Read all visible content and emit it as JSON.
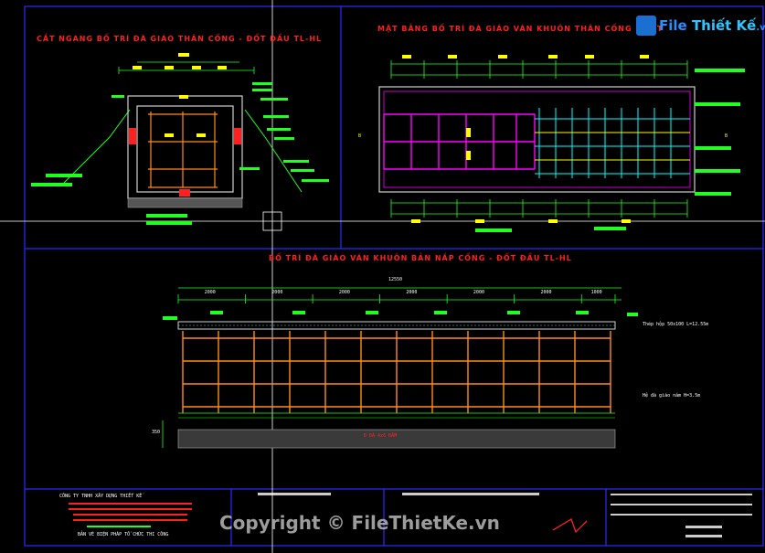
{
  "drawing": {
    "title_left": "CẮT NGANG BỐ TRÍ ĐÀ GIÁO THÂN CỐNG - ĐỐT ĐẦU TL-HL",
    "title_right": "MẶT BẰNG BỐ TRÍ ĐÀ GIÁO VÁN KHUÔN THÂN CỐNG - ĐỐT",
    "title_bottom": "BỐ TRÍ ĐÀ GIÁO VÁN KHUÔN BẢN NẮP CỐNG - ĐỐT ĐẦU TL-HL",
    "total_dim": "12550",
    "spans": [
      "2000",
      "2000",
      "2000",
      "2000",
      "2000",
      "2000",
      "1000"
    ],
    "note_beam": "Thép hộp 50x100 L=12.55m",
    "note_scaffold": "Hệ đà giáo năm H=3.5m",
    "dim_height": "350",
    "ground_label": "Đ ĐÁ 4x6 ĐẦM",
    "markers": [
      "B",
      "B"
    ]
  },
  "title_block": {
    "company": "CÔNG TY TNHH XÂY DỰNG THIẾT KẾ",
    "project": "BẢN VẼ BIỆN PHÁP TỔ CHỨC THI CÔNG",
    "sheet": "BẢN VẼ BIỆN PHÁP TỔ CHỨC THI CÔNG"
  },
  "watermark": {
    "logo_part1": "File",
    "logo_part2": "Thiết Kế",
    "logo_suffix": ".vn",
    "copyright": "Copyright © FileThietKe.vn"
  },
  "colors": {
    "frame": "#2b2bff",
    "scaffold": "#ff8c1a",
    "dim": "#20ff20",
    "label": "#ffff00",
    "title": "#ff2020",
    "plan_mag": "#ff00ff",
    "plan_cyan": "#00ffff"
  }
}
